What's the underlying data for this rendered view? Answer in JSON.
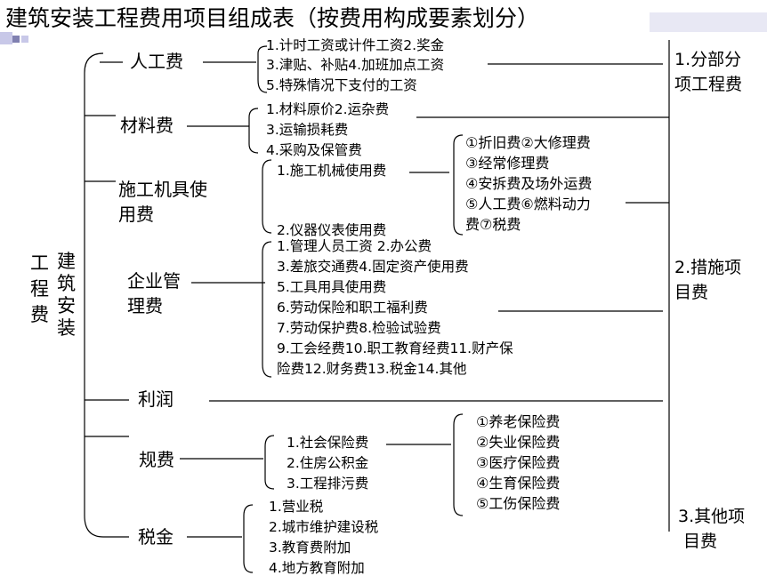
{
  "title": "建筑安装工程费用项目组成表（按费用构成要素划分）",
  "root": {
    "col_right": [
      "建",
      "筑",
      "安",
      "装"
    ],
    "col_left": [
      "工",
      "程",
      "费"
    ]
  },
  "categories": {
    "labor": "人工费",
    "material": "材料费",
    "machine_line1": "施工机具使",
    "machine_line2": "用费",
    "mgmt_line1": "企业管",
    "mgmt_line2": "理费",
    "profit": "利润",
    "fees": "规费",
    "tax": "税金"
  },
  "labor_items": [
    "1.计时工资或计件工资2.奖金",
    "3.津贴、补贴4.加班加点工资",
    "5.特殊情况下支付的工资"
  ],
  "material_items": [
    "1.材料原价2.运杂费",
    "3.运输损耗费",
    "4.采购及保管费"
  ],
  "machine_items": [
    "1.施工机械使用费",
    "2.仪器仪表使用费"
  ],
  "machine_sub": [
    "①折旧费②大修理费",
    "③经常修理费",
    "④安拆费及场外运费",
    "⑤人工费⑥燃料动力",
    "费⑦税费"
  ],
  "mgmt_items": [
    "1.管理人员工资 2.办公费",
    "3.差旅交通费4.固定资产使用费",
    "5.工具用具使用费",
    "6.劳动保险和职工福利费",
    "7.劳动保护费8.检验试验费",
    "9.工会经费10.职工教育经费11.财产保",
    "险费12.财务费13.税金14.其他"
  ],
  "fees_items": [
    "1.社会保险费",
    "2.住房公积金",
    "3.工程排污费"
  ],
  "fees_sub": [
    "①养老保险费",
    "②失业保险费",
    "③医疗保险费",
    "④生育保险费",
    "⑤工伤保险费"
  ],
  "tax_items": [
    "1.营业税",
    "2.城市维护建设税",
    "3.教育费附加",
    "4.地方教育附加"
  ],
  "results": {
    "r1_line1": "1.分部分",
    "r1_line2": "项工程费",
    "r2_line1": "2.措施项",
    "r2_line2": "目费",
    "r3_line1": "3.其他项",
    "r3_line2": "目费"
  },
  "colors": {
    "line": "#000000",
    "bg": "#ffffff",
    "accent_square": "#c8c8e8",
    "accent_square_dark": "#8080b0",
    "title_bar": "#e8e8f4"
  }
}
